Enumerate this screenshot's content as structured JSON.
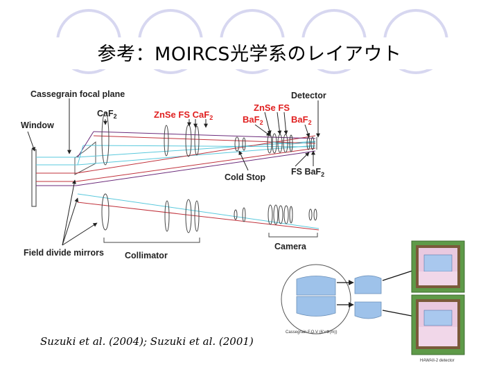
{
  "slide": {
    "title": "参考：MOIRCS光学系のレイアウト",
    "citation": "Suzuki et al. (2004);  Suzuki et al. (2001)"
  },
  "diagram_labels": {
    "cassegrain": "Cassegrain focal plane",
    "detector": "Detector",
    "caf2": "CaF",
    "caf2_sub": "2",
    "window": "Window",
    "znse_fs_caf2": "ZnSe  FS  CaF",
    "znse_fs_caf2_sub": "2",
    "znse_fs": "ZnSe  FS",
    "baf2_left": "BaF",
    "baf2_left_sub": "2",
    "baf2_right": "BaF",
    "baf2_right_sub": "2",
    "cold_stop": "Cold Stop",
    "fs_baf2": "FS  BaF",
    "fs_baf2_sub": "2",
    "field_divide_mirrors": "Field divide mirrors",
    "collimator": "Collimator",
    "camera": "Camera"
  },
  "inset_labels": {
    "cassegrain_fov": "Cassegrain F.O.V (6'×Φ(m))",
    "detector_caption": "HAWAII-2 detector"
  },
  "colors": {
    "circle": "#d7d7f0",
    "ray_red": "#c0303a",
    "ray_cyan": "#58c8dc",
    "ray_purple": "#6a2a7a",
    "label_red": "#e02020",
    "fov_blue": "#9ec2ea",
    "detector_frame": "#6aa84f"
  }
}
